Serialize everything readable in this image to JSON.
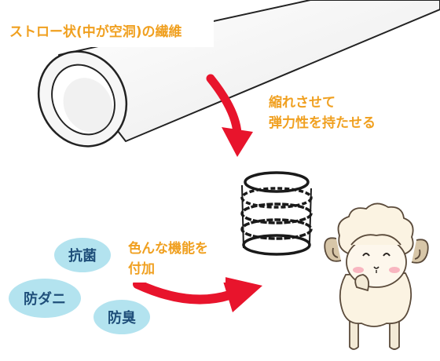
{
  "labels": {
    "straw_fiber": "ストロー状(中が空洞)の繊維",
    "shrink_line1": "縮れさせて",
    "shrink_line2": "弾力性を持たせる",
    "function_line1": "色んな機能を",
    "function_line2": "付加"
  },
  "functions": [
    {
      "label": "抗菌"
    },
    {
      "label": "防ダニ"
    },
    {
      "label": "防臭"
    }
  ],
  "colors": {
    "label_text": "#f0a020",
    "arrow": "#e8142c",
    "pill_fill": "#b3e3ef",
    "pill_text": "#1f4f7a",
    "tube_fill": "#f2f2f2",
    "tube_outline": "#222222",
    "sheep_wool": "#fbf3e2",
    "sheep_horn": "#d7c6a8"
  },
  "icons": [
    "hollow-tube",
    "spring-coil",
    "sheep-mascot"
  ]
}
